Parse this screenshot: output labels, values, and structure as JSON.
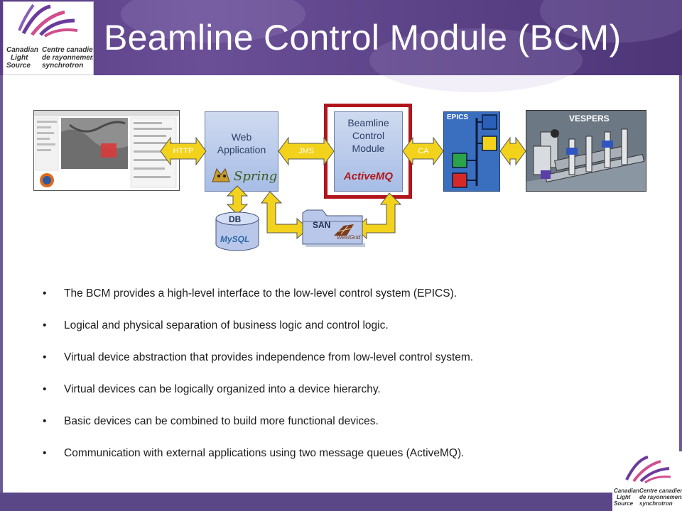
{
  "title": "Beamline Control Module (BCM)",
  "logo": {
    "line1_en": "Canadian",
    "line2_en": "Light",
    "line3_en": "Source",
    "line1_fr": "Centre canadien",
    "line2_fr": "de rayonnement",
    "line3_fr": "synchrotron"
  },
  "diagram": {
    "web_app_label": "Web Application",
    "web_app_lines": [
      "Web",
      "Application"
    ],
    "spring_label": "Spring",
    "bcm_lines": [
      "Beamline",
      "Control",
      "Module"
    ],
    "activemq_label": "ActiveMQ",
    "epics_label": "EPICS",
    "vespers_label": "VESPERS",
    "db_label": "DB",
    "mysql_label": "MySQL",
    "san_label": "SAN",
    "westgrid_label": "WestGrid",
    "http_label": "HTTP",
    "jms_label": "JMS",
    "ca_label": "CA"
  },
  "bullets": [
    "The BCM provides a high-level interface to the low-level control system (EPICS).",
    "Logical and physical separation of business logic and control logic.",
    "Virtual device abstraction that provides independence from low-level control system.",
    "Virtual devices can be logically organized into a device hierarchy.",
    "Basic devices can be combined to build more functional devices.",
    "Communication with external applications using two message queues (ActiveMQ)."
  ],
  "bullet_symbol": "•",
  "colors": {
    "header": "#5a3f86",
    "highlight": "#b1161c",
    "arrow_fill": "#f2d21b",
    "box_blue": "#a7bde6"
  }
}
